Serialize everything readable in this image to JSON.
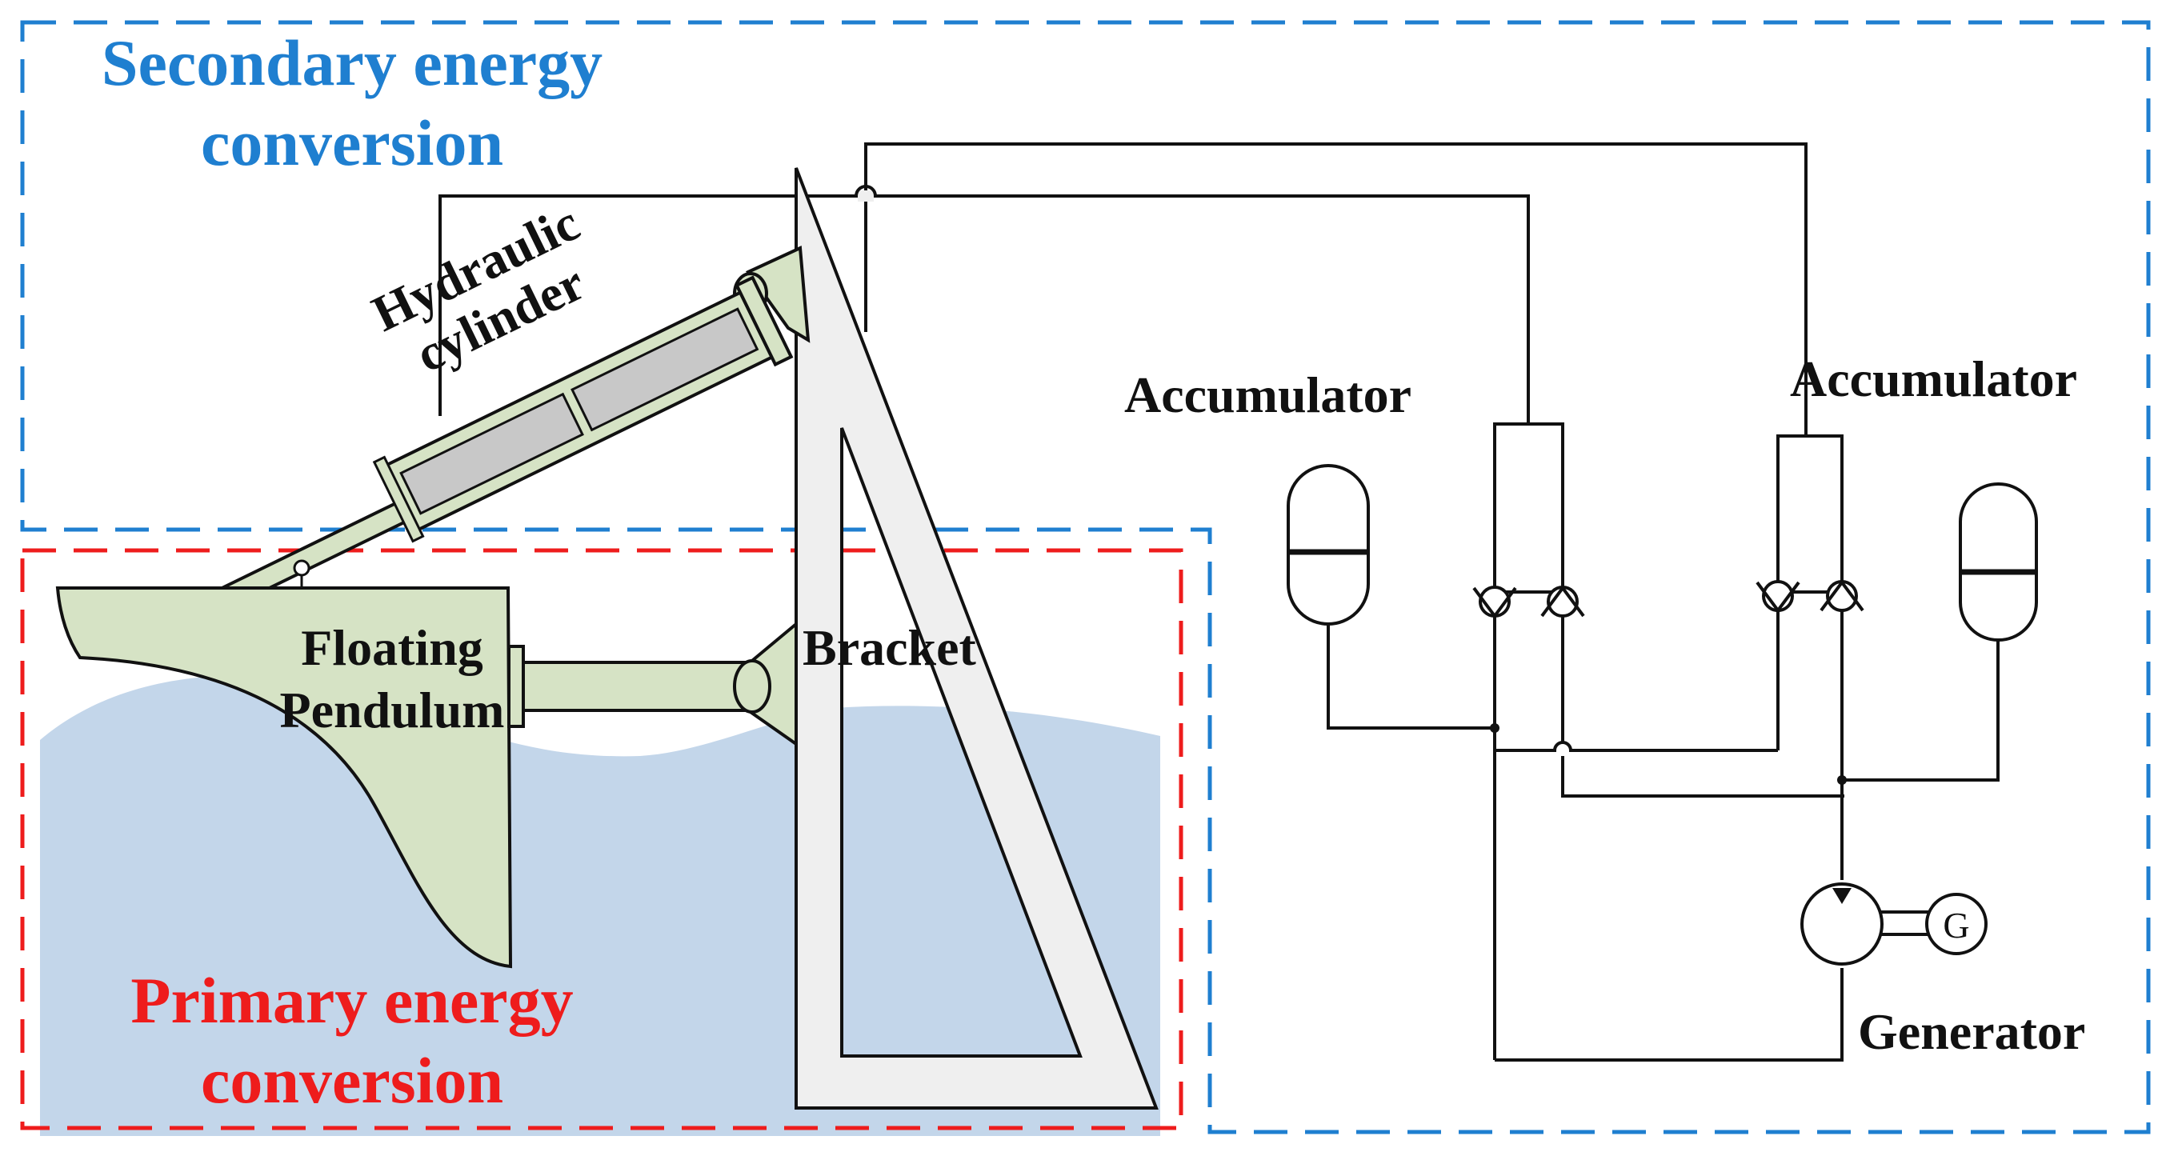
{
  "colors": {
    "secondary_box": "#1f7fd0",
    "primary_box": "#ee1c1c",
    "water": "#c3d6ea",
    "component_fill": "#d6e3c5",
    "cylinder_fill": "#c8c8c8",
    "bracket_fill": "#efefef",
    "line": "#111111"
  },
  "labels": {
    "secondary_line1": "Secondary energy",
    "secondary_line2": "conversion",
    "primary_line1": "Primary energy",
    "primary_line2": "conversion",
    "hydraulic_line1": "Hydraulic",
    "hydraulic_line2": "cylinder",
    "floating_line1": "Floating",
    "floating_line2": "Pendulum",
    "bracket": "Bracket",
    "accumulator_left": "Accumulator",
    "accumulator_right": "Accumulator",
    "generator": "Generator",
    "generator_symbol": "G"
  }
}
